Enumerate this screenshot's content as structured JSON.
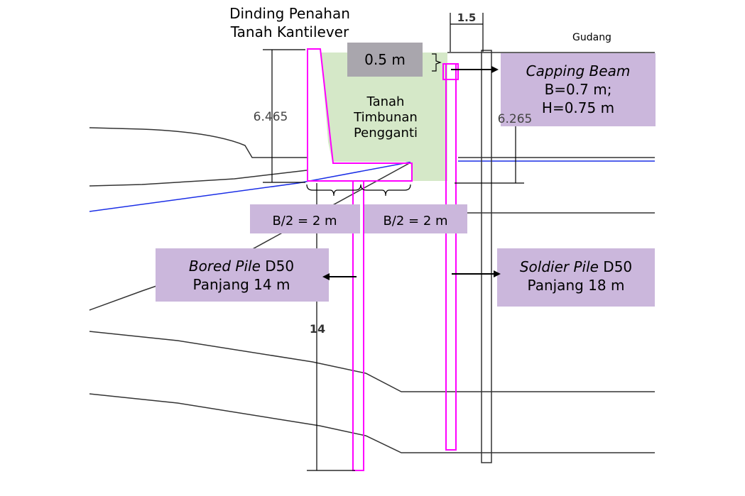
{
  "title": {
    "line1": "Dinding Penahan",
    "line2": "Tanah Kantilever"
  },
  "labels": {
    "gudang": "Gudang",
    "tanah": [
      "Tanah",
      "Timbunan",
      "Pengganti"
    ],
    "offset": "0.5 m",
    "capping_beam": {
      "name": "Capping Beam",
      "width": "B=0.7 m;",
      "height": "H=0.75 m"
    },
    "half_base_left": "B/2 = 2 m",
    "half_base_right": "B/2 = 2 m",
    "bored_pile": {
      "name": "Bored Pile",
      "dia": " D50",
      "length": "Panjang 14 m"
    },
    "soldier_pile": {
      "name": "Soldier Pile",
      "dia": " D50",
      "length": "Panjang 18 m"
    }
  },
  "dimensions": {
    "top_width": "1.5",
    "wall_height": "6.465",
    "beam_height": "6.265",
    "pile_depth": "14"
  },
  "colors": {
    "structure": "#ff00ff",
    "backfill": "#d5e8c8",
    "callout": "#cbb7dc",
    "water_line": "#1a2ee6",
    "ground_line": "#333333"
  }
}
